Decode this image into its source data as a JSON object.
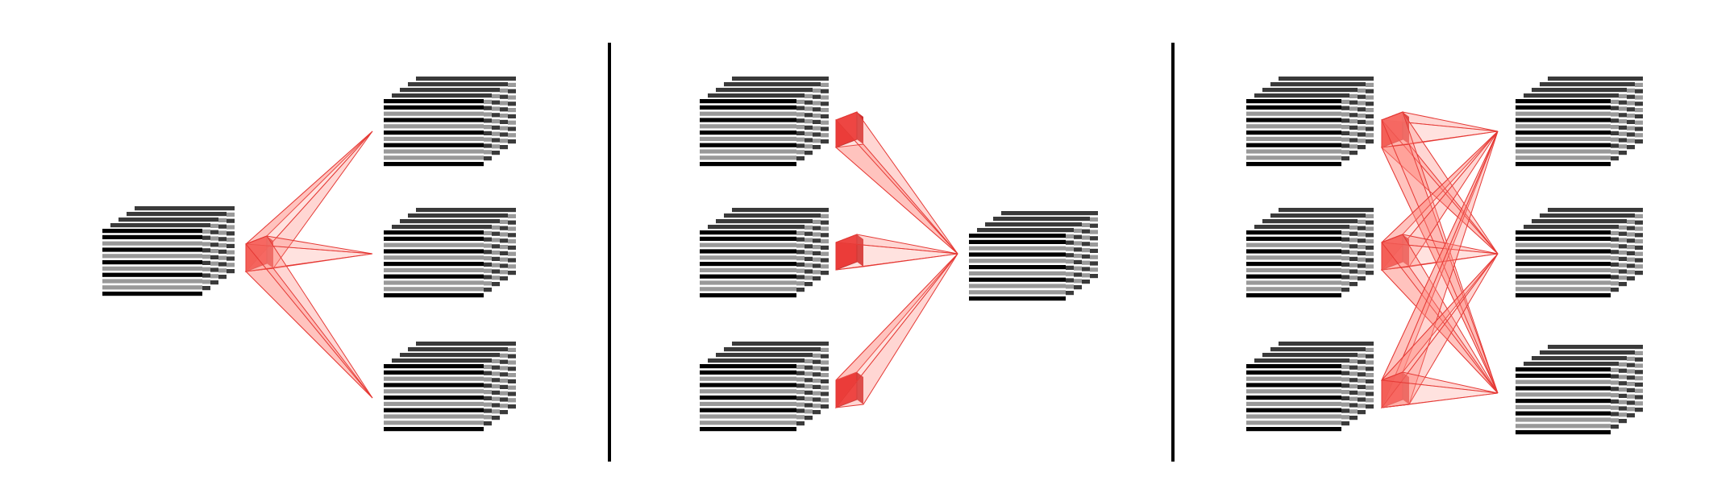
{
  "panels": [
    {
      "id": "one-to-many",
      "label": "",
      "inputs": 1,
      "outputs": 3,
      "connectivity": "broadcast"
    },
    {
      "id": "many-to-one",
      "label": "",
      "inputs": 3,
      "outputs": 1,
      "connectivity": "merge"
    },
    {
      "id": "many-to-many",
      "label": "",
      "inputs": 3,
      "outputs": 3,
      "connectivity": "all-to-all"
    }
  ],
  "feature_map": {
    "layers": 10,
    "layer_shades": [
      "#000000",
      "#000000",
      "#999999",
      "#000000",
      "#999999",
      "#000000",
      "#999999",
      "#000000",
      "#999999",
      "#999999",
      "#000000"
    ]
  },
  "colors": {
    "background": "#ffffff",
    "divider": "#000000",
    "kernel_front": "#e52222",
    "kernel_side": "#c81818",
    "fan_fill": "#ff8a80",
    "fan_line": "#e53935"
  },
  "icons": [
    "feature-map-stack-icon",
    "kernel-cube-icon",
    "receptive-field-fan-icon"
  ]
}
